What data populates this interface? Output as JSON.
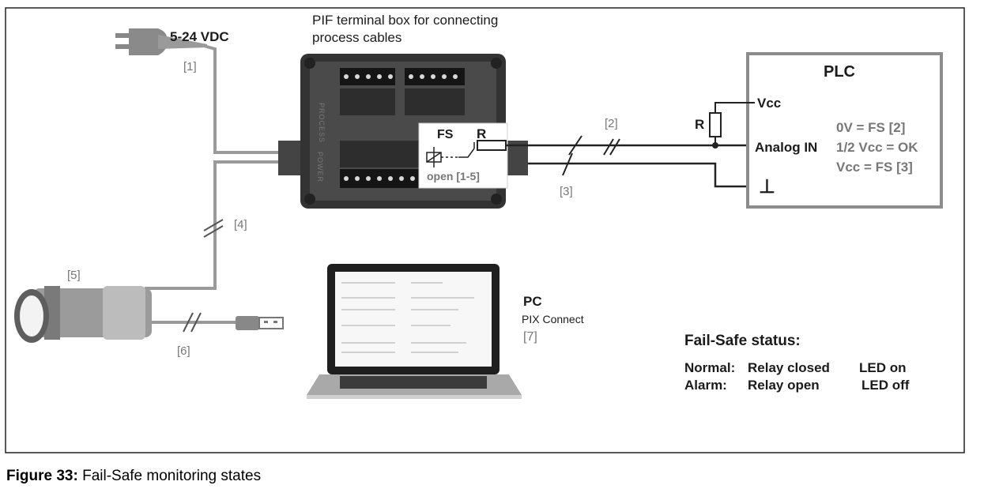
{
  "terminal_box": {
    "title_line1": "PIF terminal box for connecting",
    "title_line2": "process cables"
  },
  "power": {
    "label": "5-24 VDC",
    "ref": "[1]"
  },
  "cable_refs": {
    "r2": "[2]",
    "r3": "[3]",
    "r4": "[4]",
    "r5": "[5]",
    "r6": "[6]"
  },
  "relay": {
    "fs": "FS",
    "r": "R",
    "open": "open [1-5]"
  },
  "plc": {
    "title": "PLC",
    "vcc": "Vcc",
    "analog_in": "Analog IN",
    "resistor": "R",
    "ground_symbol": "⊥",
    "states": [
      "0V = FS [2]",
      "1/2 Vcc = OK",
      "Vcc = FS [3]"
    ]
  },
  "pc": {
    "title": "PC",
    "software": "PIX Connect",
    "ref": "[7]"
  },
  "failsafe": {
    "title": "Fail-Safe status:",
    "rows": [
      {
        "state": "Normal:",
        "relay": "Relay closed",
        "led": "LED on"
      },
      {
        "state": "Alarm:",
        "relay": "Relay open",
        "led": "LED off"
      }
    ]
  },
  "box_labels": [
    "PROCESS",
    "POWER"
  ],
  "caption": {
    "label": "Figure 33:",
    "text": "Fail-Safe monitoring states"
  }
}
